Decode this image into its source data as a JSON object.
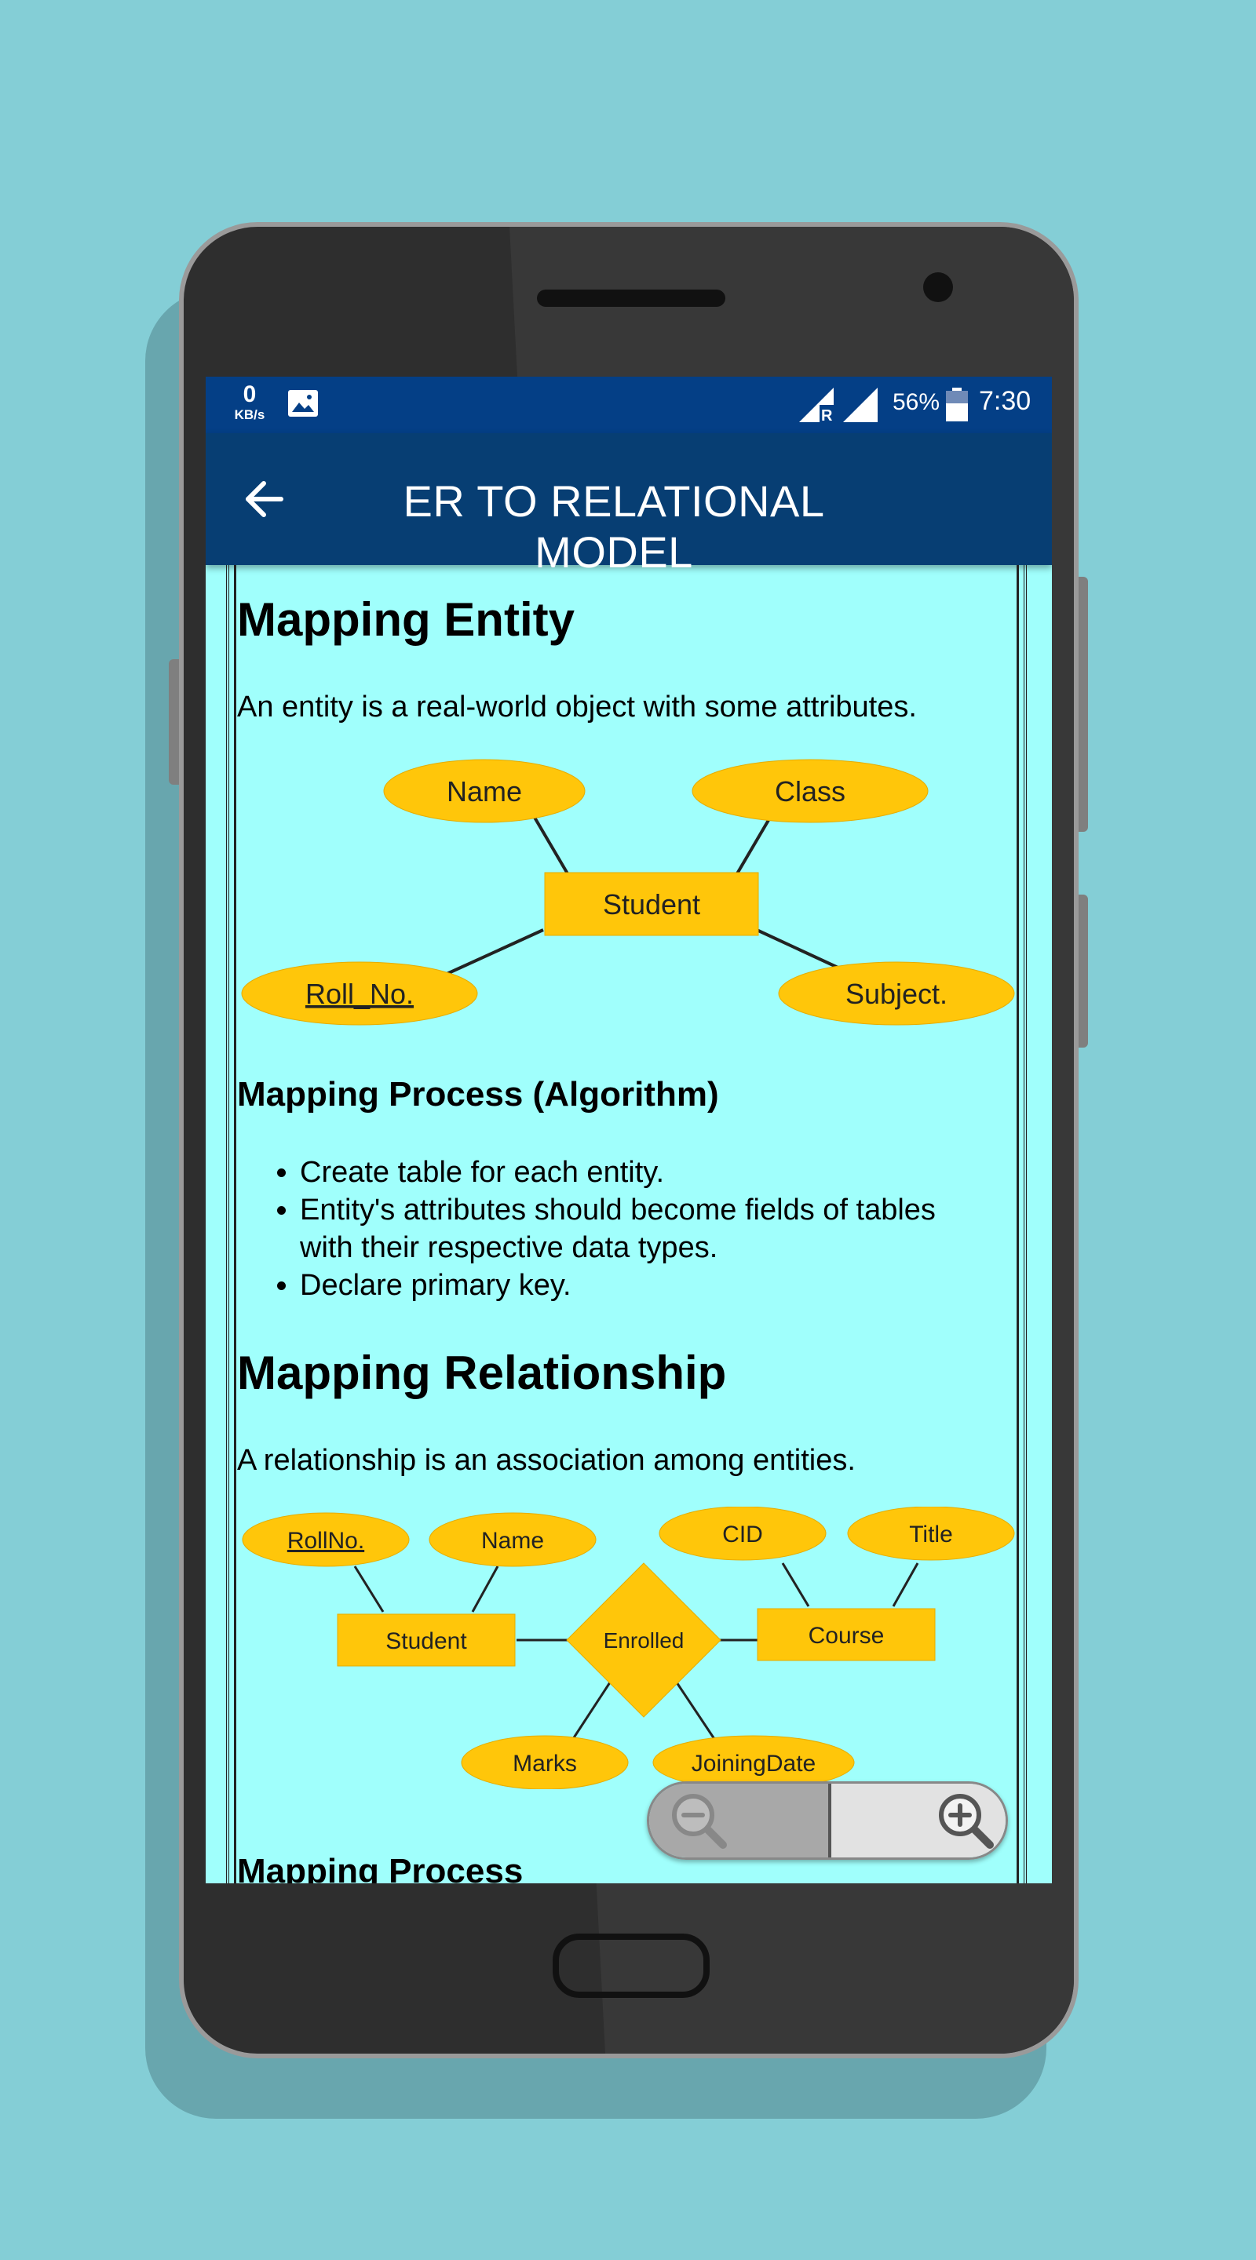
{
  "status_bar": {
    "speed_value": "0",
    "speed_unit": "KB/s",
    "battery_percent": "56%",
    "time": "7:30",
    "roaming_mark": "R"
  },
  "app_bar": {
    "title": "ER TO RELATIONAL MODEL",
    "back_icon": "arrow-left-icon"
  },
  "sections": {
    "entity": {
      "heading": "Mapping Entity",
      "intro": "An entity is a real-world object with some attributes.",
      "diagram": {
        "entity": "Student",
        "attributes": [
          "Name",
          "Class",
          "Roll_No.",
          "Subject."
        ]
      },
      "process_heading": "Mapping Process (Algorithm)",
      "steps": [
        "Create table for each entity.",
        "Entity's attributes should become fields of tables with their respective data types.",
        "Declare primary key."
      ]
    },
    "relationship": {
      "heading": "Mapping Relationship",
      "intro": "A relationship is an association among entities.",
      "diagram": {
        "entity_left": "Student",
        "relationship": "Enrolled",
        "entity_right": "Course",
        "left_attributes": [
          "RollNo.",
          "Name"
        ],
        "right_attributes": [
          "CID",
          "Title"
        ],
        "relationship_attributes": [
          "Marks",
          "JoiningDate"
        ]
      },
      "process_heading": "Mapping Process"
    }
  },
  "zoom_control": {
    "zoom_out_icon": "zoom-out-icon",
    "zoom_in_icon": "zoom-in-icon"
  },
  "colors": {
    "background": "#84ced6",
    "status_bar": "#043f86",
    "app_bar": "#073e73",
    "content_bg": "#a0fffc",
    "shape_fill": "#ffc60a"
  }
}
